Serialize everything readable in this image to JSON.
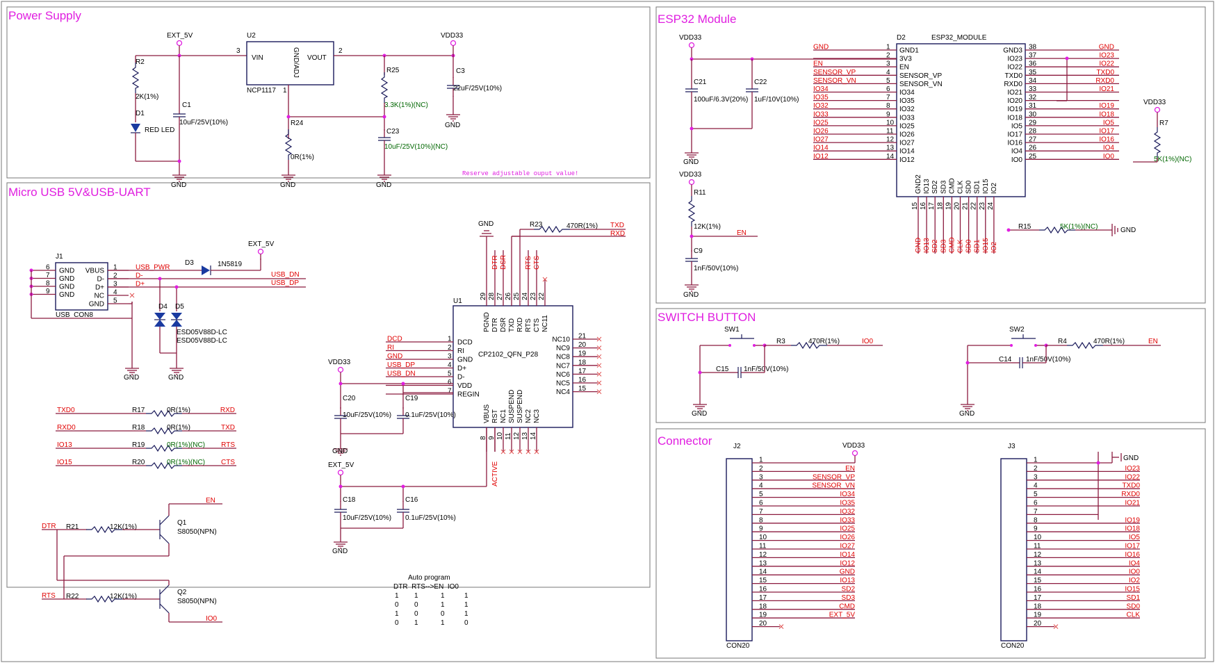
{
  "sections": {
    "power": "Power Supply",
    "esp32": "ESP32 Module",
    "usb": "Micro USB  5V&USB-UART",
    "switch": "SWITCH BUTTON",
    "connector": "Connector"
  },
  "power": {
    "ext5v": "EXT_5V",
    "vdd33": "VDD33",
    "u2": "U2",
    "u2_part": "NCP1117",
    "u2_vin": "VIN",
    "u2_vout": "VOUT",
    "u2_gnd": "GND/ADJ",
    "pin3": "3",
    "pin2": "2",
    "pin1": "1",
    "r2": "R2",
    "r2_val": "2K(1%)",
    "d1": "D1",
    "d1_val": "RED LED",
    "c1": "C1",
    "c1_val": "10uF/25V(10%)",
    "r24": "R24",
    "r24_val": "0R(1%)",
    "r25": "R25",
    "r25_val": "3.3K(1%)(NC)",
    "c23": "C23",
    "c23_val": "10uF/25V(10%)(NC)",
    "c3": "C3",
    "c3_val": "22uF/25V(10%)",
    "gnd": "GND",
    "note": "Reserve adjustable ouput value!"
  },
  "esp32": {
    "vdd33": "VDD33",
    "c21": "C21",
    "c21_val": "100uF/6.3V(20%)",
    "c22": "C22",
    "c22_val": "1uF/10V(10%)",
    "r11": "R11",
    "r11_val": "12K(1%)",
    "c9": "C9",
    "c9_val": "1nF/50V(10%)",
    "en": "EN",
    "gnd": "GND",
    "d2": "D2",
    "d2_part": "ESP32_MODULE",
    "left_pins": [
      {
        "num": "1",
        "name": "GND1",
        "net": "GND"
      },
      {
        "num": "2",
        "name": "3V3",
        "net": ""
      },
      {
        "num": "3",
        "name": "EN",
        "net": "EN"
      },
      {
        "num": "4",
        "name": "SENSOR_VP",
        "net": "SENSOR_VP"
      },
      {
        "num": "5",
        "name": "SENSOR_VN",
        "net": "SENSOR_VN"
      },
      {
        "num": "6",
        "name": "IO34",
        "net": "IO34"
      },
      {
        "num": "7",
        "name": "IO35",
        "net": "IO35"
      },
      {
        "num": "8",
        "name": "IO32",
        "net": "IO32"
      },
      {
        "num": "9",
        "name": "IO33",
        "net": "IO33"
      },
      {
        "num": "10",
        "name": "IO25",
        "net": "IO25"
      },
      {
        "num": "11",
        "name": "IO26",
        "net": "IO26"
      },
      {
        "num": "12",
        "name": "IO27",
        "net": "IO27"
      },
      {
        "num": "13",
        "name": "IO14",
        "net": "IO14"
      },
      {
        "num": "14",
        "name": "IO12",
        "net": "IO12"
      }
    ],
    "right_pins": [
      {
        "num": "38",
        "name": "GND3",
        "net": "GND"
      },
      {
        "num": "37",
        "name": "IO23",
        "net": "IO23"
      },
      {
        "num": "36",
        "name": "IO22",
        "net": "IO22"
      },
      {
        "num": "35",
        "name": "TXD0",
        "net": "TXD0"
      },
      {
        "num": "34",
        "name": "RXD0",
        "net": "RXD0"
      },
      {
        "num": "33",
        "name": "IO21",
        "net": "IO21"
      },
      {
        "num": "32",
        "name": "IO20",
        "net": ""
      },
      {
        "num": "31",
        "name": "IO19",
        "net": "IO19"
      },
      {
        "num": "30",
        "name": "IO18",
        "net": "IO18"
      },
      {
        "num": "29",
        "name": "IO5",
        "net": "IO5"
      },
      {
        "num": "28",
        "name": "IO17",
        "net": "IO17"
      },
      {
        "num": "27",
        "name": "IO16",
        "net": "IO16"
      },
      {
        "num": "26",
        "name": "IO4",
        "net": "IO4"
      },
      {
        "num": "25",
        "name": "IO0",
        "net": "IO0"
      }
    ],
    "bottom_pins": [
      {
        "num": "15",
        "name": "GND2",
        "net": "GND"
      },
      {
        "num": "16",
        "name": "IO13",
        "net": "IO13"
      },
      {
        "num": "17",
        "name": "SD2",
        "net": "SD2"
      },
      {
        "num": "18",
        "name": "SD3",
        "net": "SD3"
      },
      {
        "num": "19",
        "name": "CMD",
        "net": "CMD"
      },
      {
        "num": "20",
        "name": "CLK",
        "net": "CLK"
      },
      {
        "num": "21",
        "name": "SD0",
        "net": "SD0"
      },
      {
        "num": "22",
        "name": "SD1",
        "net": "SD1"
      },
      {
        "num": "23",
        "name": "IO15",
        "net": "IO15"
      },
      {
        "num": "24",
        "name": "IO2",
        "net": "IO2"
      }
    ],
    "r7": "R7",
    "r7_val": "5K(1%)(NC)",
    "r7_vdd": "VDD33",
    "r15": "R15",
    "r15_val": "5K(1%)(NC)",
    "r15_gnd": "GND"
  },
  "usb": {
    "j1": "J1",
    "j1_part": "USB_CON8",
    "j1_pins": [
      {
        "num": "6",
        "name": "GND"
      },
      {
        "num": "7",
        "name": "GND"
      },
      {
        "num": "8",
        "name": "GND"
      },
      {
        "num": "9",
        "name": "GND"
      }
    ],
    "j1_rpins": [
      {
        "num": "1",
        "name": "VBUS",
        "net": "USB_PWR"
      },
      {
        "num": "2",
        "name": "D-",
        "net": "D-"
      },
      {
        "num": "3",
        "name": "D+",
        "net": "D+"
      },
      {
        "num": "4",
        "name": "NC",
        "net": ""
      },
      {
        "num": "5",
        "name": "GND",
        "net": ""
      }
    ],
    "d3": "D3",
    "d3_part": "1N5819",
    "ext5v": "EXT_5V",
    "usb_dn": "USB_DN",
    "usb_dp": "USB_DP",
    "d4": "D4",
    "d5": "D5",
    "esd_part1": "ESD05V88D-LC",
    "esd_part2": "ESD05V88D-LC",
    "gnd": "GND",
    "bridges": [
      {
        "left": "TXD0",
        "ref": "R17",
        "val": "0R(1%)",
        "right": "RXD"
      },
      {
        "left": "RXD0",
        "ref": "R18",
        "val": "0R(1%)",
        "right": "TXD"
      },
      {
        "left": "IO13",
        "ref": "R19",
        "val": "0R(1%)(NC)",
        "right": "RTS"
      },
      {
        "left": "IO15",
        "ref": "R20",
        "val": "0R(1%)(NC)",
        "right": "CTS"
      }
    ],
    "q1": "Q1",
    "q1_part": "S8050(NPN)",
    "q2": "Q2",
    "q2_part": "S8050(NPN)",
    "r21": "R21",
    "r21_val": "12K(1%)",
    "r22": "R22",
    "r22_val": "12K(1%)",
    "dtr": "DTR",
    "rts": "RTS",
    "en": "EN",
    "io0": "IO0",
    "u1": "U1",
    "u1_part": "CP2102_QFN_P28",
    "u1_left": [
      {
        "num": "1",
        "name": "DCD",
        "net": "DCD"
      },
      {
        "num": "2",
        "name": "RI",
        "net": "RI"
      },
      {
        "num": "3",
        "name": "GND",
        "net": "GND"
      },
      {
        "num": "4",
        "name": "D+",
        "net": "USB_DP"
      },
      {
        "num": "5",
        "name": "D-",
        "net": "USB_DN"
      },
      {
        "num": "6",
        "name": "VDD",
        "net": ""
      },
      {
        "num": "7",
        "name": "REGIN",
        "net": ""
      }
    ],
    "u1_right": [
      {
        "num": "21",
        "name": "NC10"
      },
      {
        "num": "20",
        "name": "NC9"
      },
      {
        "num": "19",
        "name": "NC8"
      },
      {
        "num": "18",
        "name": "NC7"
      },
      {
        "num": "17",
        "name": "NC6"
      },
      {
        "num": "16",
        "name": "NC5"
      },
      {
        "num": "15",
        "name": "NC4"
      }
    ],
    "u1_top": [
      {
        "num": "29",
        "name": "PGND"
      },
      {
        "num": "28",
        "name": "DTR"
      },
      {
        "num": "27",
        "name": "DSR"
      },
      {
        "num": "26",
        "name": "TXD"
      },
      {
        "num": "25",
        "name": "RXD"
      },
      {
        "num": "24",
        "name": "RTS"
      },
      {
        "num": "23",
        "name": "CTS"
      },
      {
        "num": "22",
        "name": "NC11"
      }
    ],
    "u1_bottom": [
      {
        "num": "8",
        "name": "VBUS"
      },
      {
        "num": "9",
        "name": "RST"
      },
      {
        "num": "10",
        "name": "NC1"
      },
      {
        "num": "11",
        "name": "SUSPEND"
      },
      {
        "num": "12",
        "name": "SUSPEND"
      },
      {
        "num": "13",
        "name": "NC2"
      },
      {
        "num": "14",
        "name": "NC3"
      }
    ],
    "top_nets": [
      "DTR",
      "DSR",
      "RTS",
      "CTS"
    ],
    "r23": "R23",
    "r23_val": "470R(1%)",
    "txd": "TXD",
    "rxd": "RXD",
    "active": "ACTIVE",
    "vdd33": "VDD33",
    "c20": "C20",
    "c20_val": "10uF/25V(10%)",
    "c19": "C19",
    "c19_val": "0.1uF/25V(10%)",
    "c18": "C18",
    "c18_val": "10uF/25V(10%)",
    "c16": "C16",
    "c16_val": "0.1uF/25V(10%)",
    "auto_title": "Auto program",
    "auto_header": "DTR  RTS-->EN  IO0",
    "auto_rows": [
      [
        "1",
        "1",
        "1",
        "1"
      ],
      [
        "0",
        "0",
        "1",
        "1"
      ],
      [
        "1",
        "0",
        "0",
        "1"
      ],
      [
        "0",
        "1",
        "1",
        "0"
      ]
    ]
  },
  "switch": {
    "sw1": "SW1",
    "sw2": "SW2",
    "r3": "R3",
    "r3_val": "470R(1%)",
    "r4": "R4",
    "r4_val": "470R(1%)",
    "io0": "IO0",
    "en": "EN",
    "c15": "C15",
    "c15_val": "1nF/50V(10%)",
    "c14": "C14",
    "c14_val": "1nF/50V(10%)",
    "gnd": "GND"
  },
  "connector": {
    "j2": "J2",
    "j3": "J3",
    "part": "CON20",
    "vdd33": "VDD33",
    "gnd": "GND",
    "j2_nets": [
      "",
      "EN",
      "SENSOR_VP",
      "SENSOR_VN",
      "IO34",
      "IO35",
      "IO32",
      "IO33",
      "IO25",
      "IO26",
      "IO27",
      "IO14",
      "IO12",
      "GND",
      "IO13",
      "SD2",
      "SD3",
      "CMD",
      "EXT_5V",
      ""
    ],
    "j3_nets": [
      "",
      "IO23",
      "IO22",
      "TXD0",
      "RXD0",
      "IO21",
      "",
      "IO19",
      "IO18",
      "IO5",
      "IO17",
      "IO16",
      "IO4",
      "IO0",
      "IO2",
      "IO15",
      "SD1",
      "SD0",
      "CLK",
      ""
    ]
  }
}
